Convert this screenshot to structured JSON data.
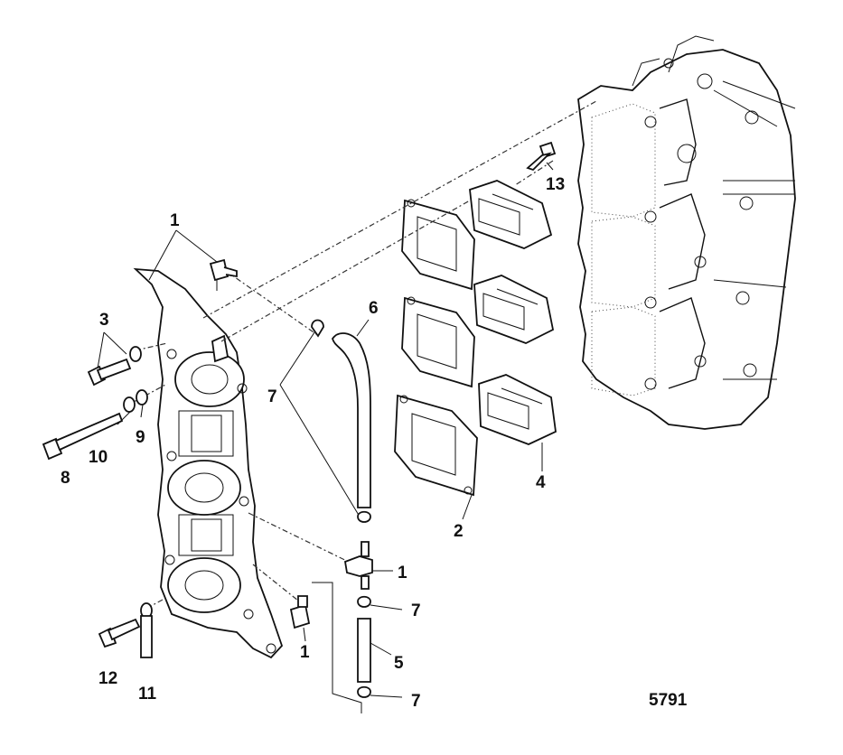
{
  "figure_number": "5791",
  "callouts": {
    "c1a": "1",
    "c1b": "1",
    "c1c": "1",
    "c2": "2",
    "c3": "3",
    "c4": "4",
    "c5": "5",
    "c6": "6",
    "c7a": "7",
    "c7b": "7",
    "c7c": "7",
    "c8": "8",
    "c9": "9",
    "c10": "10",
    "c11": "11",
    "c12": "12",
    "c13": "13"
  }
}
